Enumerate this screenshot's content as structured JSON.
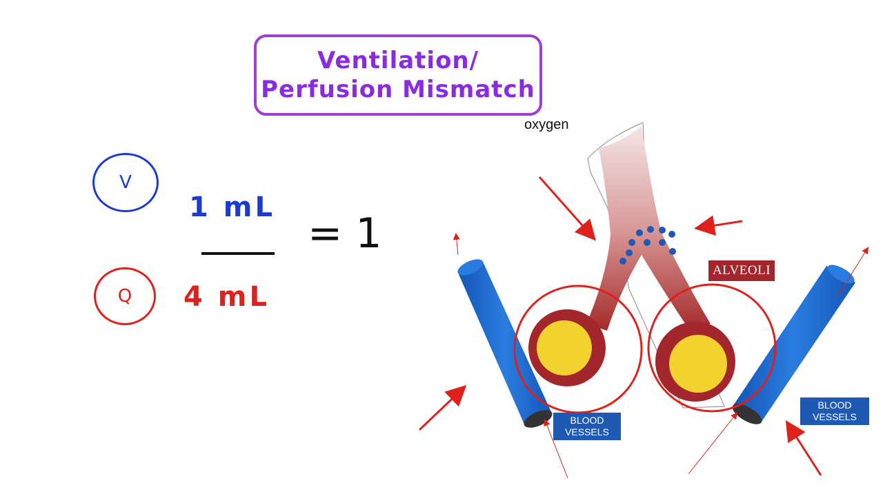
{
  "title": {
    "line1": "Ventilation/",
    "line2": "Perfusion Mismatch",
    "color": "#8a2be2"
  },
  "ratio": {
    "v_symbol": "V",
    "q_symbol": "Q",
    "numerator": "1 mL",
    "denominator": "4 mL",
    "result": "= 1",
    "v_color": "#1a3ad6",
    "q_color": "#e0201a"
  },
  "diagram": {
    "oxygen_label": "oxygen",
    "alveoli_label": "ALVEOLI",
    "blood_vessels_left": [
      "BLOOD",
      "VESSELS"
    ],
    "blood_vessels_right": [
      "BLOOD",
      "VESSELS"
    ],
    "vessel_color": "#1e6fd0",
    "alveoli_color": "#a3262c",
    "capillary_color": "#f2d22e",
    "arrow_color": "#e0201a"
  }
}
